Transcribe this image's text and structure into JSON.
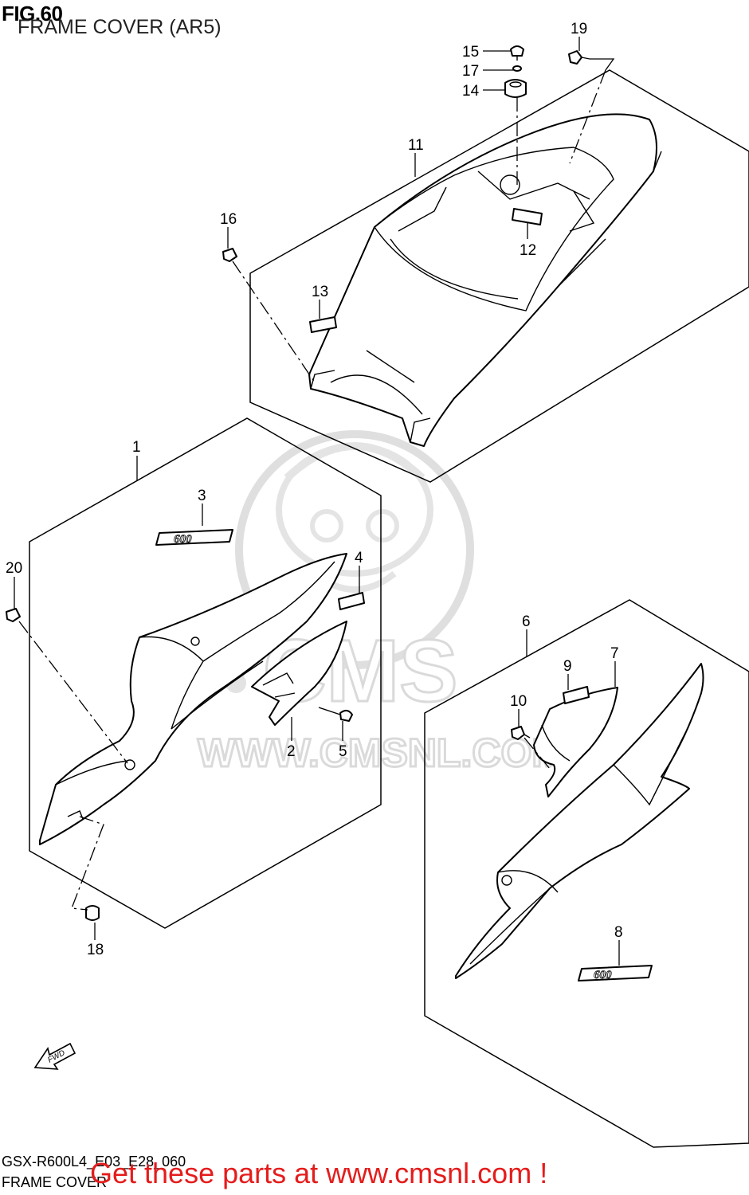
{
  "figure": {
    "title": "FIG.60",
    "subtitle": "FRAME COVER (AR5)"
  },
  "watermark": {
    "logo_text": "CMS",
    "url_text": "WWW.CMSNL.COM"
  },
  "fwd_label": "FWD",
  "callouts": {
    "c1": "1",
    "c2": "2",
    "c3": "3",
    "c4": "4",
    "c5": "5",
    "c6": "6",
    "c7": "7",
    "c8": "8",
    "c9": "9",
    "c10": "10",
    "c11": "11",
    "c12": "12",
    "c13": "13",
    "c14": "14",
    "c15": "15",
    "c16": "16",
    "c17": "17",
    "c18": "18",
    "c19": "19",
    "c20": "20"
  },
  "emblem_text": "600",
  "footer": {
    "code": "GSX-R600L4_E03_E28_060",
    "name": "FRAME COVER",
    "promo": "Get these parts at www.cmsnl.com !",
    "promo_color": "#e51c1c"
  }
}
